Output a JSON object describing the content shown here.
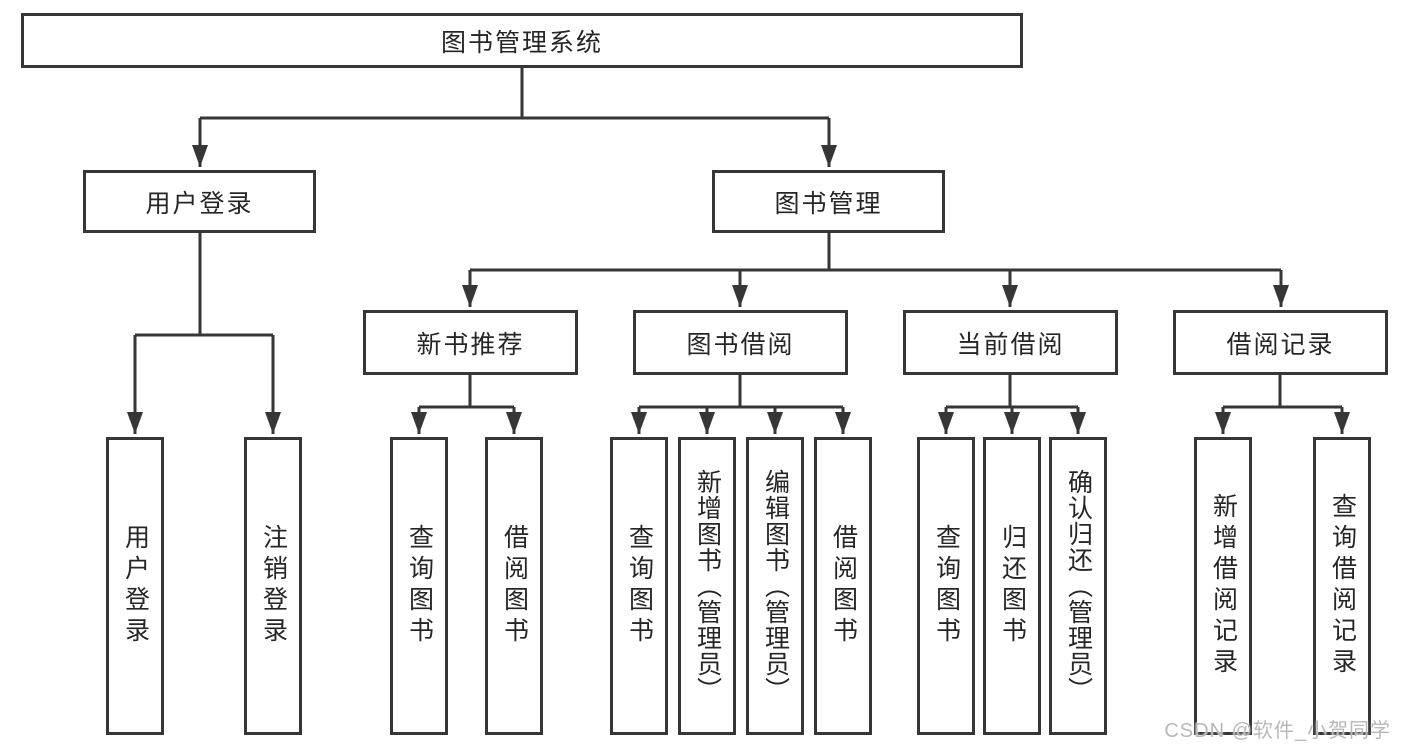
{
  "tree": {
    "label": "图书管理系统",
    "children": [
      {
        "label": "用户登录",
        "children": [
          {
            "label": "用户登录"
          },
          {
            "label": "注销登录"
          }
        ]
      },
      {
        "label": "图书管理",
        "children": [
          {
            "label": "新书推荐",
            "children": [
              {
                "label": "查询图书"
              },
              {
                "label": "借阅图书"
              }
            ]
          },
          {
            "label": "图书借阅",
            "children": [
              {
                "label": "查询图书"
              },
              {
                "label": "新增图书（管理员）"
              },
              {
                "label": "编辑图书（管理员）"
              },
              {
                "label": "借阅图书"
              }
            ]
          },
          {
            "label": "当前借阅",
            "children": [
              {
                "label": "查询图书"
              },
              {
                "label": "归还图书"
              },
              {
                "label": "确认归还（管理员）"
              }
            ]
          },
          {
            "label": "借阅记录",
            "children": [
              {
                "label": "新增借阅记录"
              },
              {
                "label": "查询借阅记录"
              }
            ]
          }
        ]
      }
    ]
  },
  "watermark": {
    "text": "CSDN @软件_小贺同学"
  },
  "colors": {
    "line": "#363636",
    "text": "#262626",
    "background": "#ffffff",
    "watermark": "#b8b8b8"
  }
}
